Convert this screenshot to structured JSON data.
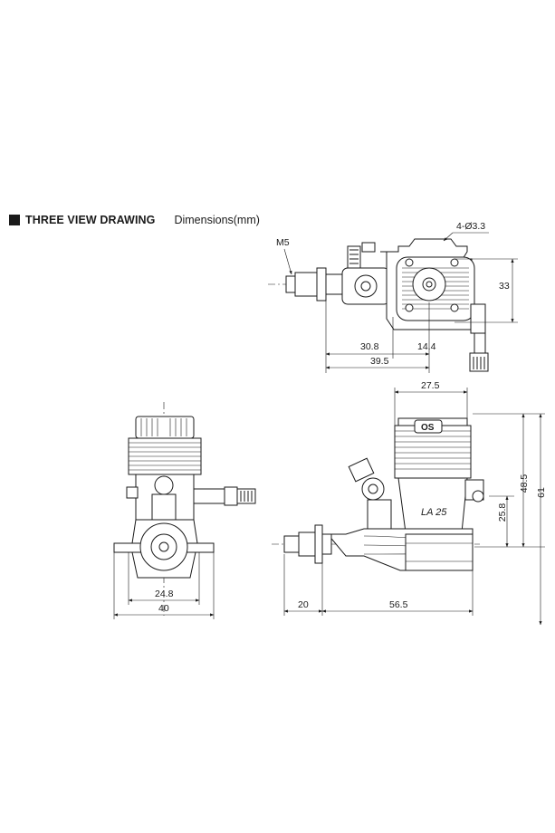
{
  "header": {
    "title": "THREE VIEW DRAWING",
    "subtitle": "Dimensions(mm)"
  },
  "top_view": {
    "thread_label": "M5",
    "hole_label": "4-Ø3.3",
    "dims": {
      "width_33": "33",
      "d_30_8": "30.8",
      "d_14_4": "14.4",
      "d_39_5": "39.5"
    }
  },
  "front_view": {
    "dims": {
      "d_24_8": "24.8",
      "d_40": "40"
    }
  },
  "side_view": {
    "logo_text": "OS",
    "model_text": "LA 25",
    "dims": {
      "d_27_5": "27.5",
      "d_48_5": "48.5",
      "d_61": "61",
      "d_25_8": "25.8",
      "d_20": "20",
      "d_56_5": "56.5"
    }
  }
}
